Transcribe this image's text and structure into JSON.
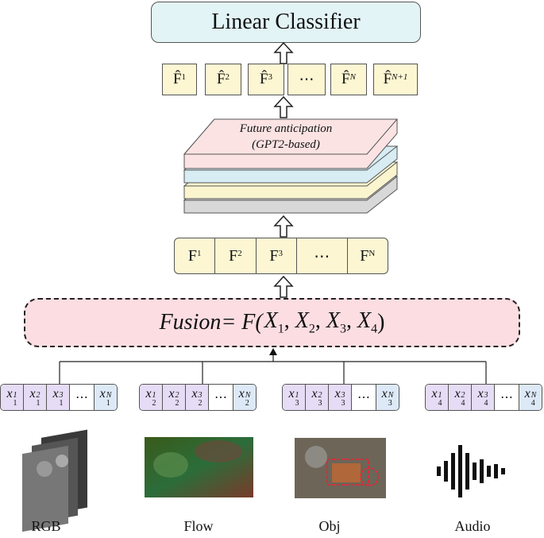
{
  "classifier": {
    "label": "Linear Classifier"
  },
  "anticipated_features": [
    {
      "base": "F̂",
      "sup": "1",
      "sup_italic": false
    },
    {
      "base": "F̂",
      "sup": "2",
      "sup_italic": false
    },
    {
      "base": "F̂",
      "sup": "3",
      "sup_italic": false
    },
    {
      "base": "⋯",
      "sup": "",
      "sup_italic": false
    },
    {
      "base": "F̂",
      "sup": "N",
      "sup_italic": true
    },
    {
      "base": "F̂",
      "sup": "N+1",
      "sup_italic": true
    }
  ],
  "anticipation_block": {
    "line1": "Future anticipation",
    "line2": "(GPT2-based)",
    "layer_colors": [
      "#fbe3e3",
      "#d7ecf3",
      "#fbf5cf",
      "#d8d8d8"
    ]
  },
  "fused_features": [
    {
      "base": "F",
      "sup": "1"
    },
    {
      "base": "F",
      "sup": "2"
    },
    {
      "base": "F",
      "sup": "3"
    },
    {
      "base": "⋯",
      "sup": ""
    },
    {
      "base": "F",
      "sup": "N"
    }
  ],
  "fusion": {
    "lhs": "Fusion",
    "eq": "= F(",
    "args": [
      "X",
      "X",
      "X",
      "X"
    ],
    "subs": [
      "1",
      "2",
      "3",
      "4"
    ],
    "close": ")"
  },
  "modalities": [
    {
      "name": "RGB",
      "index": "1",
      "tokens": [
        "1",
        "2",
        "3",
        "⋯",
        "N"
      ]
    },
    {
      "name": "Flow",
      "index": "2",
      "tokens": [
        "1",
        "2",
        "3",
        "⋯",
        "N"
      ]
    },
    {
      "name": "Obj",
      "index": "3",
      "tokens": [
        "1",
        "2",
        "3",
        "⋯",
        "N"
      ]
    },
    {
      "name": "Audio",
      "index": "4",
      "tokens": [
        "1",
        "2",
        "3",
        "⋯",
        "N"
      ]
    }
  ],
  "colors": {
    "classifier_fill": "#e3f4f6",
    "feature_fill": "#fdf6d3",
    "fusion_fill": "#fbdde2",
    "token_fill": "#e6dcf5",
    "token_last_fill": "#dde9f7"
  }
}
